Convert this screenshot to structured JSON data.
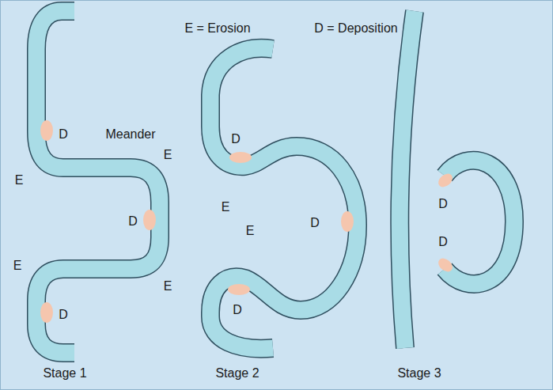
{
  "diagram": {
    "labels": [
      "E = Erosion",
      "D = Deposition",
      "D",
      "Meander",
      "E",
      "E",
      "D",
      "E",
      "E",
      "D",
      "D",
      "E",
      "E",
      "D",
      "D",
      "D",
      "D",
      "Stage 1",
      "Stage 2",
      "Stage 3"
    ]
  }
}
